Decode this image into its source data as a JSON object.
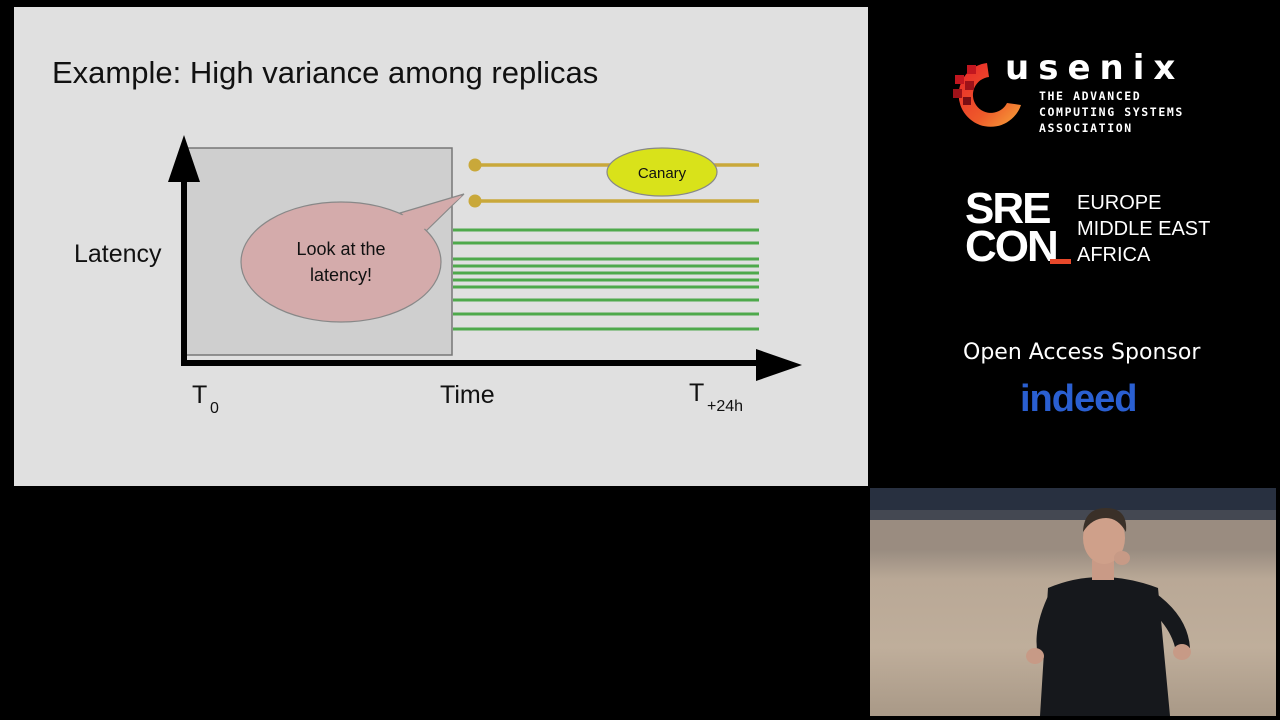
{
  "slide": {
    "title": "Example: High variance among replicas",
    "y_axis_label": "Latency",
    "x_axis_label": "Time",
    "t0_main": "T",
    "t0_sub": "0",
    "t24_main": "T",
    "t24_sub": "+24h",
    "speech_bubble": [
      "Look at the",
      "latency!"
    ],
    "canary_label": "Canary",
    "colors": {
      "canary_line": "#c9a83a",
      "replica_line": "#4ea94b",
      "canary_ellipse": "#d9e21a",
      "bubble_fill": "#d4abab",
      "window_fill": "#cfcfcf"
    }
  },
  "sidebar": {
    "usenix_word": "usenix",
    "usenix_tagline": [
      "THE ADVANCED",
      "COMPUTING SYSTEMS",
      "ASSOCIATION"
    ],
    "srecon_word": [
      "SRE",
      "CON"
    ],
    "srecon_regions": [
      "EUROPE",
      "MIDDLE EAST",
      "AFRICA"
    ],
    "sponsor_label": "Open Access Sponsor",
    "sponsor_name": "indeed"
  }
}
